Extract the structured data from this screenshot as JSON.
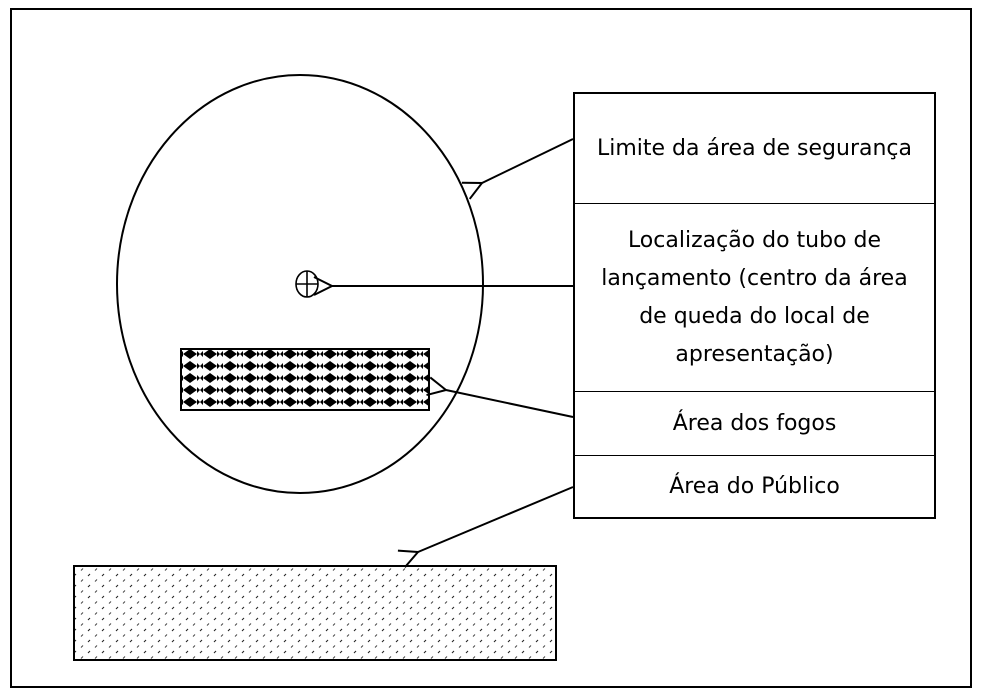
{
  "legend": {
    "items": [
      {
        "key": "safety-limit",
        "label": "Limite da área de segurança"
      },
      {
        "key": "launch-tube",
        "label": "Localização do tubo de lançamento (centro da área de queda do local de apresentação)"
      },
      {
        "key": "fireworks-area",
        "label": "Área dos fogos"
      },
      {
        "key": "public-area",
        "label": "Área do Público"
      }
    ]
  },
  "colors": {
    "stroke": "#000000",
    "background": "#ffffff"
  },
  "symbols": {
    "launch_tube": "crosshair-circle-icon",
    "fireworks_pattern": "diamond-checker",
    "public_pattern": "sparse-dots"
  }
}
